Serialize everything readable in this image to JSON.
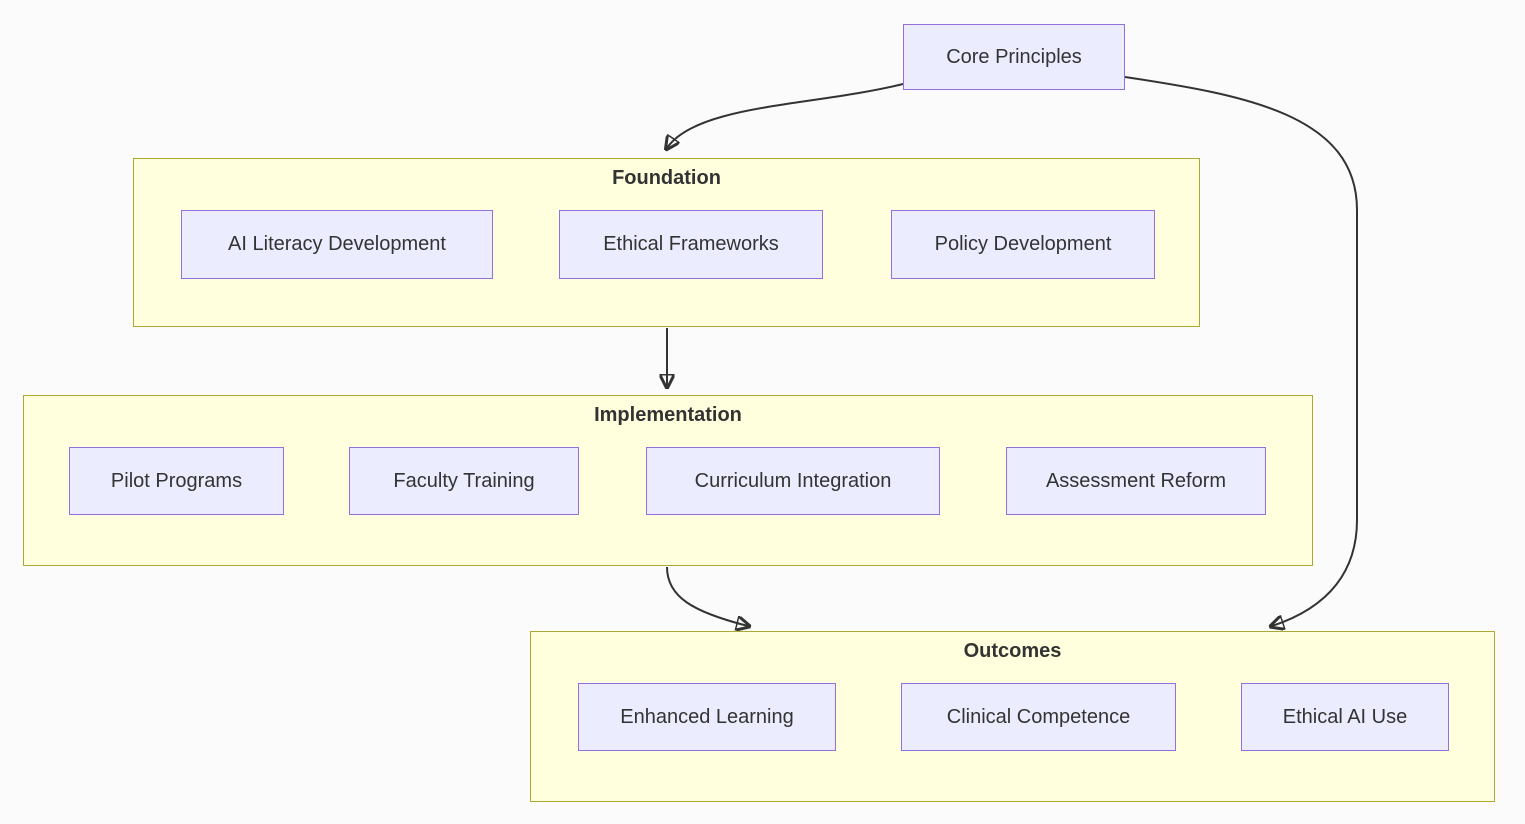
{
  "diagram": {
    "type": "flowchart",
    "colors": {
      "background": "#fbfbfb",
      "node_fill": "#ececff",
      "node_border": "#9370db",
      "cluster_fill": "#ffffde",
      "cluster_border": "#aaaa33",
      "edge": "#333333",
      "text": "#333333"
    },
    "root_node": {
      "label": "Core Principles"
    },
    "clusters": [
      {
        "title": "Foundation",
        "nodes": [
          {
            "label": "AI Literacy Development"
          },
          {
            "label": "Ethical Frameworks"
          },
          {
            "label": "Policy Development"
          }
        ]
      },
      {
        "title": "Implementation",
        "nodes": [
          {
            "label": "Pilot Programs"
          },
          {
            "label": "Faculty Training"
          },
          {
            "label": "Curriculum Integration"
          },
          {
            "label": "Assessment Reform"
          }
        ]
      },
      {
        "title": "Outcomes",
        "nodes": [
          {
            "label": "Enhanced Learning"
          },
          {
            "label": "Clinical Competence"
          },
          {
            "label": "Ethical AI Use"
          }
        ]
      }
    ],
    "edges": [
      {
        "from": "Core Principles",
        "to": "Foundation"
      },
      {
        "from": "Foundation",
        "to": "Implementation"
      },
      {
        "from": "Implementation",
        "to": "Outcomes"
      },
      {
        "from": "Core Principles",
        "to": "Outcomes"
      }
    ]
  }
}
